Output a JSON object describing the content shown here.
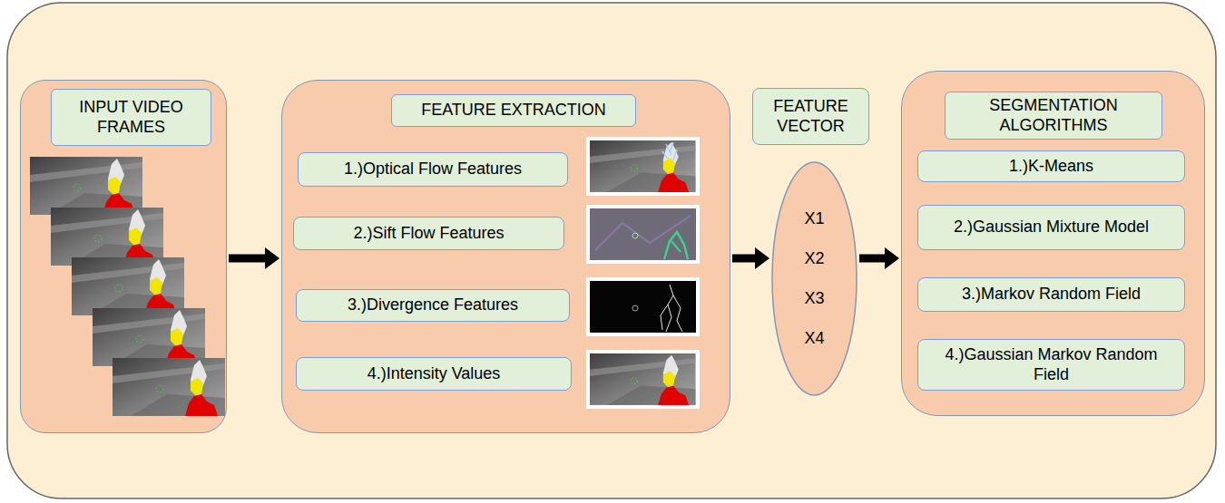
{
  "diagram": {
    "nodes": [
      {
        "text": [
          "INPUT VIDEO FRAMES"
        ]
      },
      {
        "text": [
          "FEATURE EXTRACTION"
        ]
      },
      {
        "text": [
          "1.)Optical Flow Features"
        ],
        "in": 1
      },
      {
        "text": [
          "2.)Sift Flow Features"
        ],
        "in": 1
      },
      {
        "text": [
          "3.)Divergence Features"
        ],
        "in": 1
      },
      {
        "text": [
          "4.)Intensity Values"
        ],
        "in": 1
      },
      {
        "text": [
          "FEATURE VECTOR"
        ]
      },
      {
        "text": [
          "X1",
          "X2",
          "X3",
          "X4"
        ]
      },
      {
        "text": [
          "SEGMENTATION ALGORITHMS"
        ]
      },
      {
        "text": [
          "1.)K-Means"
        ],
        "in": 8
      },
      {
        "text": [
          "2.)Gaussian Mixture Model"
        ],
        "in": 8
      },
      {
        "text": [
          "3.)Markov Random Field"
        ],
        "in": 8
      },
      {
        "text": [
          "4.)Gaussian Markov Random Field"
        ],
        "in": 8
      }
    ],
    "edges": [
      {
        "from": 0,
        "to": 1,
        "arrow": "to"
      },
      {
        "from": 1,
        "to": 7,
        "arrow": "to"
      },
      {
        "from": 7,
        "to": 8,
        "arrow": "to"
      }
    ]
  }
}
